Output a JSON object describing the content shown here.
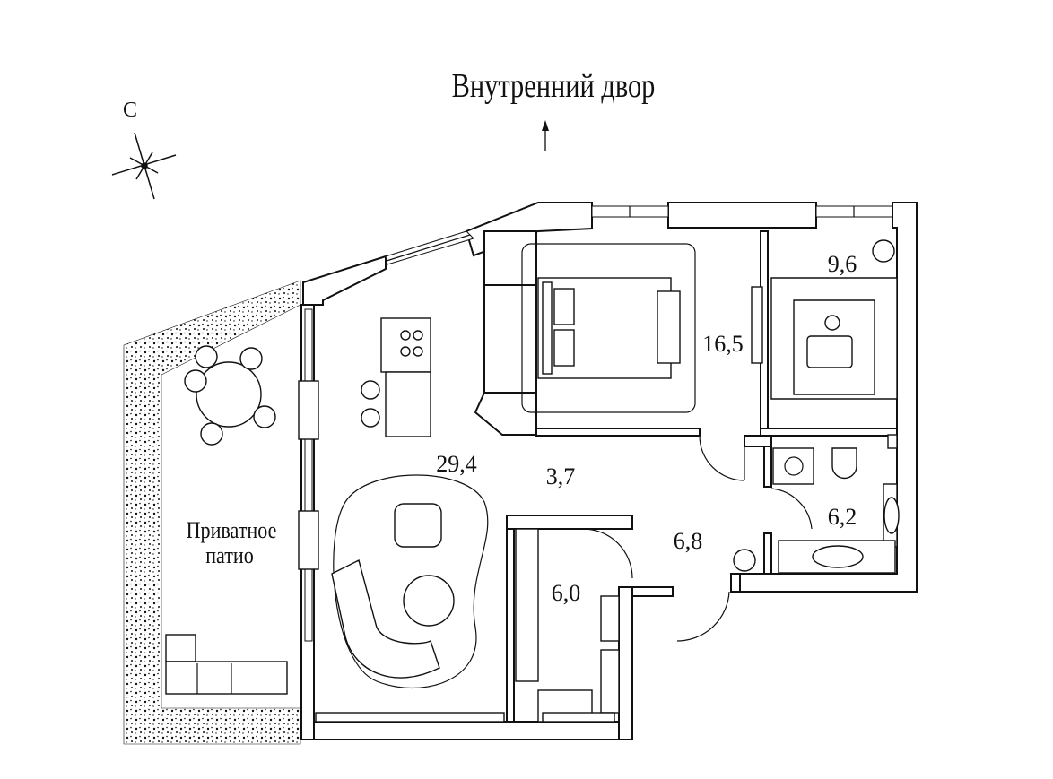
{
  "header": {
    "title": "Внутренний двор",
    "arrow_icon": "arrow-up-icon"
  },
  "compass": {
    "north_label": "С"
  },
  "rooms": [
    {
      "id": "living-kitchen",
      "area": "29,4"
    },
    {
      "id": "corridor",
      "area": "3,7"
    },
    {
      "id": "bedroom",
      "area": "16,5"
    },
    {
      "id": "wardrobe",
      "area": "9,6"
    },
    {
      "id": "bathroom",
      "area": "6,2"
    },
    {
      "id": "hall",
      "area": "6,8"
    },
    {
      "id": "storage",
      "area": "6,0"
    }
  ],
  "patio": {
    "line1": "Приватное",
    "line2": "патио"
  },
  "colors": {
    "ink": "#111111",
    "background": "#ffffff"
  }
}
